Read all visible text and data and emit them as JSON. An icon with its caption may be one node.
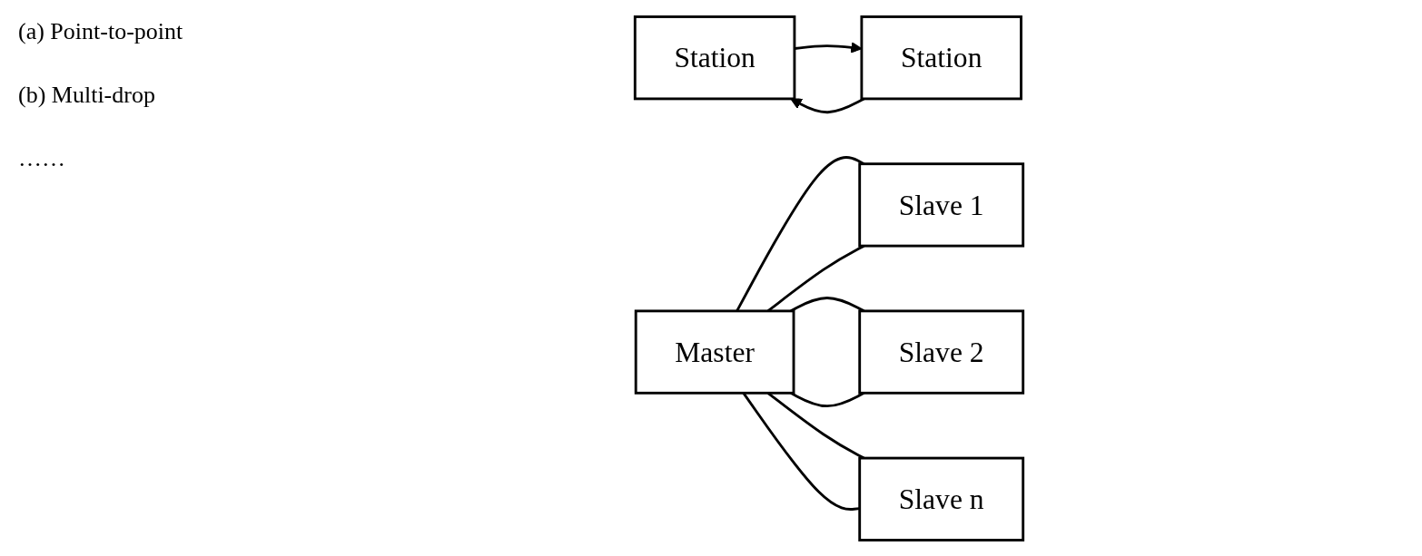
{
  "diagram": {
    "nodes": [
      {
        "text": [
          "Station"
        ]
      },
      {
        "text": [
          "Station"
        ]
      },
      {
        "text": [
          "Master"
        ]
      },
      {
        "text": [
          "Slave 1"
        ]
      },
      {
        "text": [
          "Slave 2"
        ]
      },
      {
        "text": [
          "Slave n"
        ]
      }
    ],
    "edges": [
      {
        "from": 0,
        "to": 1,
        "arrow": "to"
      },
      {
        "from": 1,
        "to": 0,
        "arrow": "to"
      },
      {
        "from": 2,
        "to": 3,
        "arrow": "none"
      },
      {
        "from": 2,
        "to": 3,
        "arrow": "none"
      },
      {
        "from": 2,
        "to": 4,
        "arrow": "none"
      },
      {
        "from": 2,
        "to": 4,
        "arrow": "none"
      },
      {
        "from": 2,
        "to": 5,
        "arrow": "none"
      },
      {
        "from": 2,
        "to": 5,
        "arrow": "none"
      }
    ],
    "labels": [
      "(a) Point-to-point",
      "(b) Multi-drop",
      "……"
    ]
  }
}
